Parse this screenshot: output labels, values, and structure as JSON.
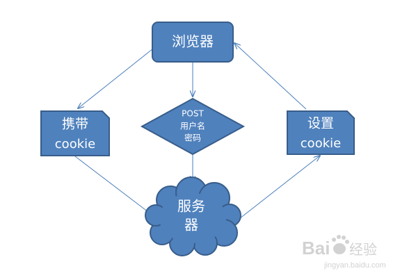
{
  "nodes": {
    "browser": {
      "label": "浏览器"
    },
    "carry_cookie": {
      "line1": "携带",
      "line2": "cookie"
    },
    "post": {
      "line1": "POST",
      "line2": "用户名",
      "line3": "密码"
    },
    "set_cookie": {
      "line1": "设置",
      "line2": "cookie"
    },
    "server": {
      "line1": "服务",
      "line2": "器"
    }
  },
  "watermark": {
    "brand": "Bai",
    "brand2": "经验",
    "url": "jingyan.baidu.com"
  },
  "colors": {
    "fill": "#4f81bd",
    "stroke": "#385d8a",
    "arrow": "#4a7ebb",
    "text": "#ffffff"
  }
}
